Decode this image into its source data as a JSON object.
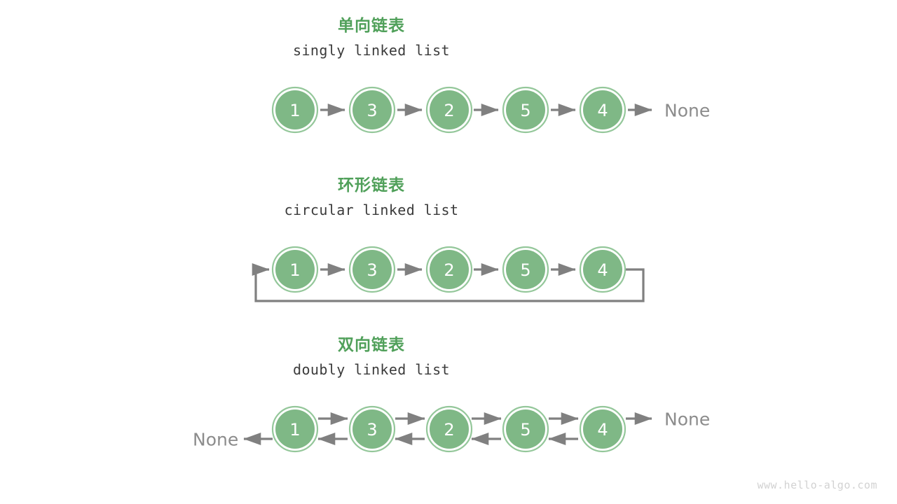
{
  "watermark": "www.hello-algo.com",
  "colors": {
    "node_fill": "#7fb886",
    "node_ring": "#94c79a",
    "node_text": "#ffffff",
    "edge": "#808080",
    "title_green": "#50a05a",
    "subtitle_gray": "#3b3b3b",
    "none_gray": "#8c8c8c",
    "watermark_gray": "#d2d2d2",
    "background": "#ffffff"
  },
  "sections": [
    {
      "id": "singly",
      "title_cn": "单向链表",
      "title_en": "singly linked list",
      "nodes": [
        "1",
        "3",
        "2",
        "5",
        "4"
      ],
      "tail_label": "None",
      "head_label": "",
      "arrows": "forward",
      "circular": false
    },
    {
      "id": "circular",
      "title_cn": "环形链表",
      "title_en": "circular linked list",
      "nodes": [
        "1",
        "3",
        "2",
        "5",
        "4"
      ],
      "tail_label": "",
      "head_label": "",
      "arrows": "forward",
      "circular": true
    },
    {
      "id": "doubly",
      "title_cn": "双向链表",
      "title_en": "doubly linked list",
      "nodes": [
        "1",
        "3",
        "2",
        "5",
        "4"
      ],
      "tail_label": "None",
      "head_label": "None",
      "arrows": "bidirectional",
      "circular": false
    }
  ]
}
